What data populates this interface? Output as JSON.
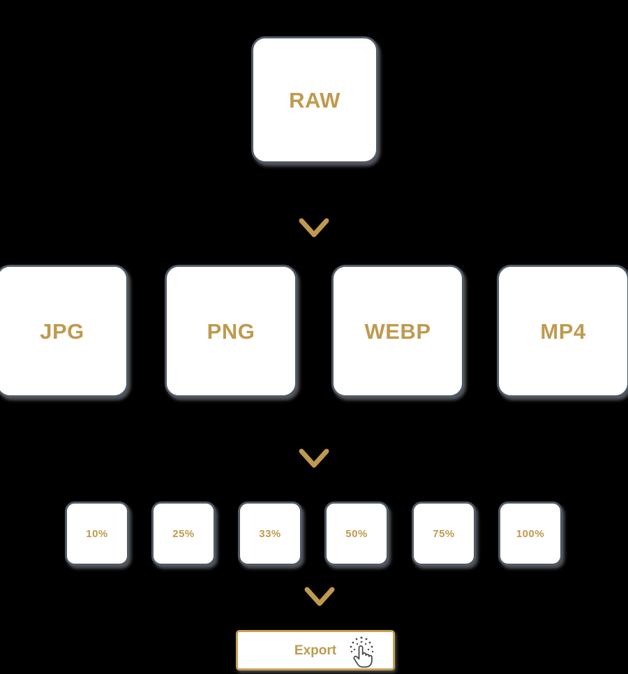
{
  "diagram": {
    "background_color": "#000000",
    "node_fill": "#ffffff",
    "node_border": "#4e5a66",
    "accent_color": "#bf9a4e",
    "source": {
      "label": "RAW"
    },
    "formats": [
      {
        "label": "JPG"
      },
      {
        "label": "PNG"
      },
      {
        "label": "WEBP"
      },
      {
        "label": "MP4"
      }
    ],
    "qualities": [
      {
        "label": "10%"
      },
      {
        "label": "25%"
      },
      {
        "label": "33%"
      },
      {
        "label": "50%"
      },
      {
        "label": "75%"
      },
      {
        "label": "100%"
      }
    ],
    "export": {
      "label": "Export",
      "border_color": "#c5a253",
      "cursor_icon": "pointing-hand-click-icon"
    },
    "connectors": [
      {
        "icon": "chevron-down-icon",
        "color": "#bf9a4e"
      },
      {
        "icon": "chevron-down-icon",
        "color": "#bf9a4e"
      },
      {
        "icon": "chevron-down-icon",
        "color": "#bf9a4e"
      }
    ]
  }
}
